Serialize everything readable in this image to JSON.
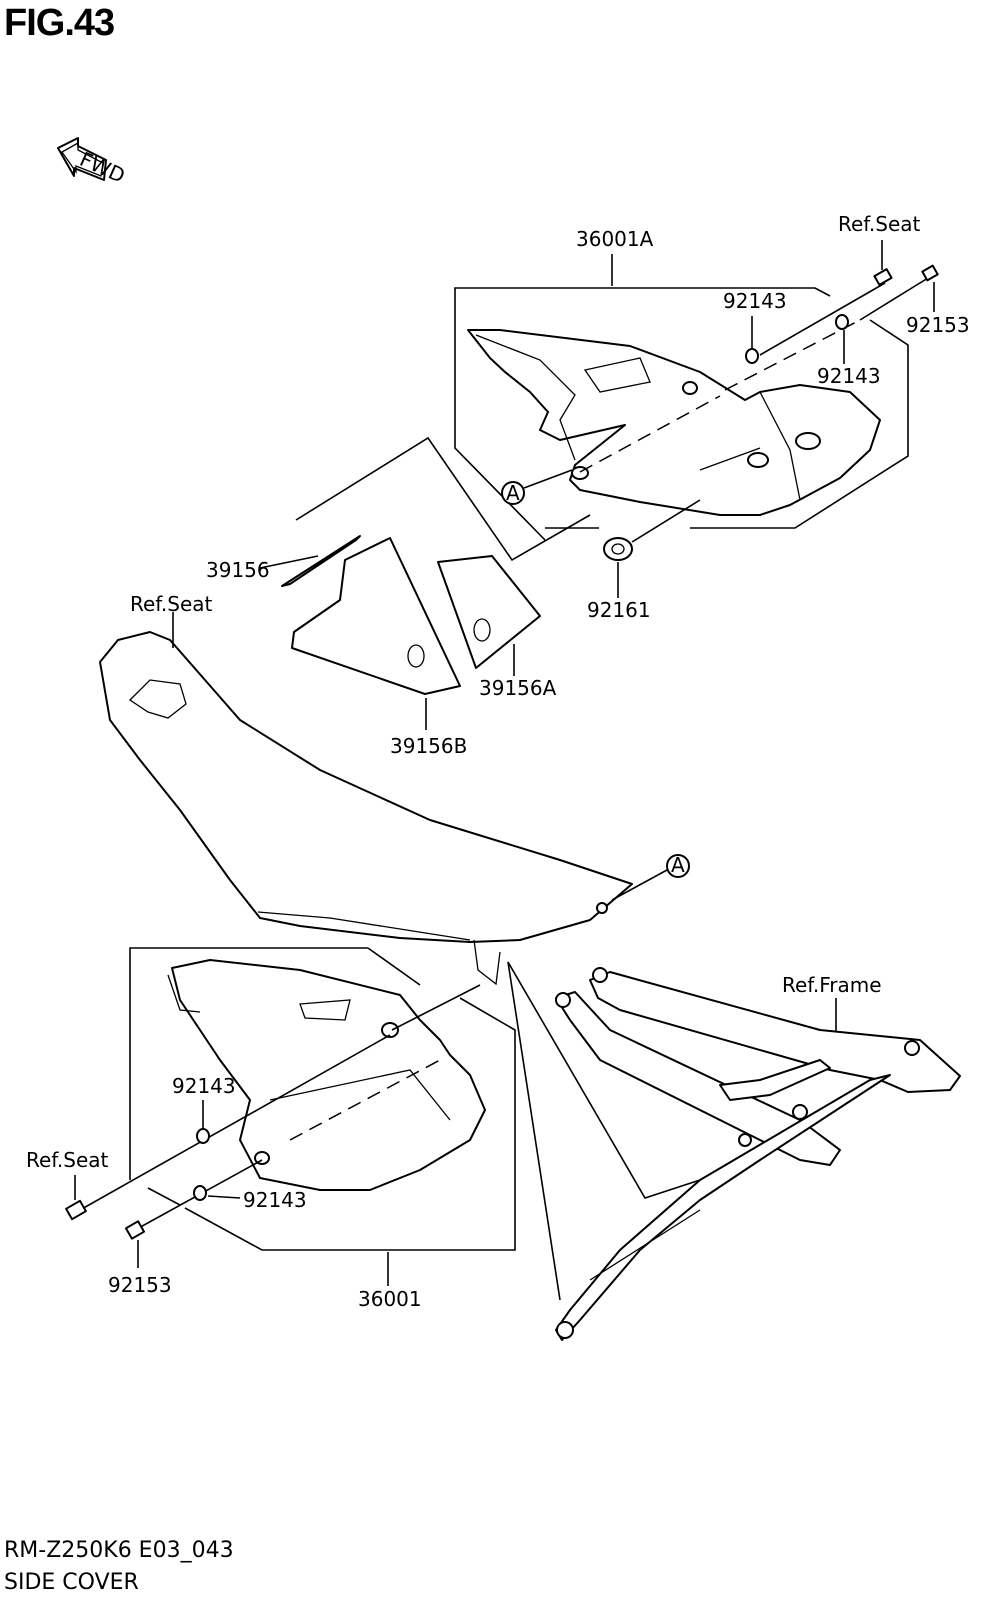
{
  "figure": {
    "title": "FIG.43",
    "model_code": "RM-Z250K6 E03_043",
    "section_name": "SIDE COVER",
    "direction_label": "FWD"
  },
  "labels": {
    "p36001A": "36001A",
    "p36001": "36001",
    "ref_seat_top": "Ref.Seat",
    "ref_seat_mid": "Ref.Seat",
    "ref_seat_left": "Ref.Seat",
    "ref_frame": "Ref.Frame",
    "p92143_a": "92143",
    "p92143_b": "92143",
    "p92143_c": "92143",
    "p92143_d": "92143",
    "p92153_a": "92153",
    "p92153_b": "92153",
    "p92161": "92161",
    "p39156": "39156",
    "p39156A": "39156A",
    "p39156B": "39156B",
    "ref_a_1": "A",
    "ref_a_2": "A"
  }
}
